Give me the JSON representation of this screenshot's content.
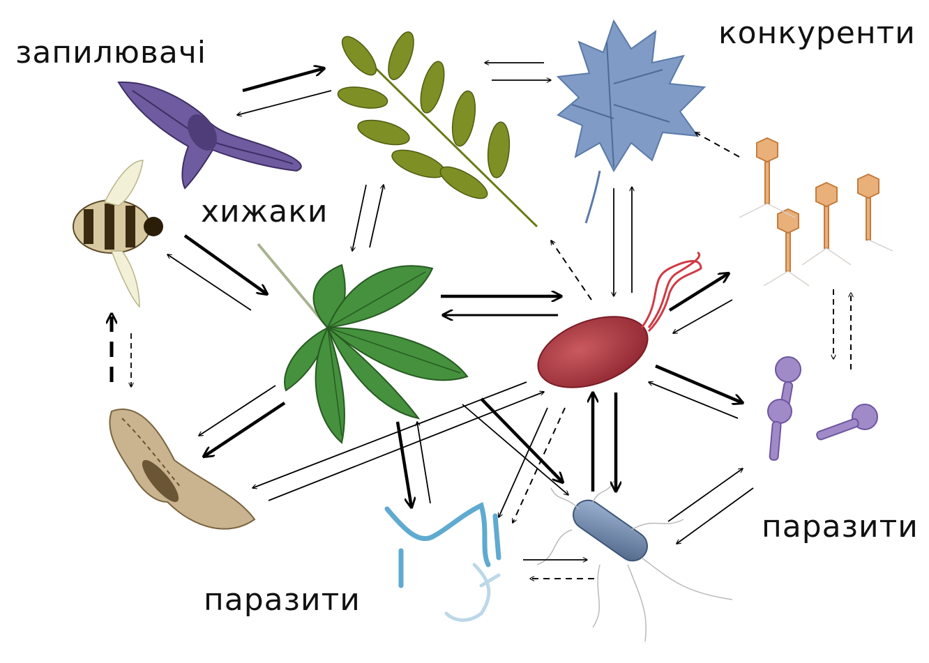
{
  "labels": {
    "pollinators": "запилювачі",
    "competitors": "конкуренти",
    "predators": "хижаки",
    "parasites_right": "паразити",
    "parasites_bottom": "паразити"
  },
  "organisms": [
    {
      "id": "hawk-moth",
      "icon": "hawk-moth-icon",
      "color": "#6a5a96"
    },
    {
      "id": "ash-leaf",
      "icon": "ash-leaf-icon",
      "color": "#7a8a1e"
    },
    {
      "id": "oak-leaf",
      "icon": "oak-leaf-icon",
      "color": "#7f9cc4"
    },
    {
      "id": "bee",
      "icon": "bee-icon",
      "color": "#8a6a3a"
    },
    {
      "id": "chestnut-leaf",
      "icon": "chestnut-leaf-icon",
      "color": "#3f8a3a"
    },
    {
      "id": "red-bacterium",
      "icon": "bacterium-icon",
      "color": "#a3343d"
    },
    {
      "id": "phages-orange",
      "icon": "bacteriophage-icon",
      "color": "#e3a26e"
    },
    {
      "id": "phages-purple",
      "icon": "bacteriophage-icon",
      "color": "#9a82c2"
    },
    {
      "id": "moth",
      "icon": "moth-icon",
      "color": "#b89f74"
    },
    {
      "id": "fungal-hyphae",
      "icon": "fungus-icon",
      "color": "#6aaed0"
    },
    {
      "id": "blue-bacterium",
      "icon": "bacterium-icon",
      "color": "#7a93b6"
    }
  ]
}
